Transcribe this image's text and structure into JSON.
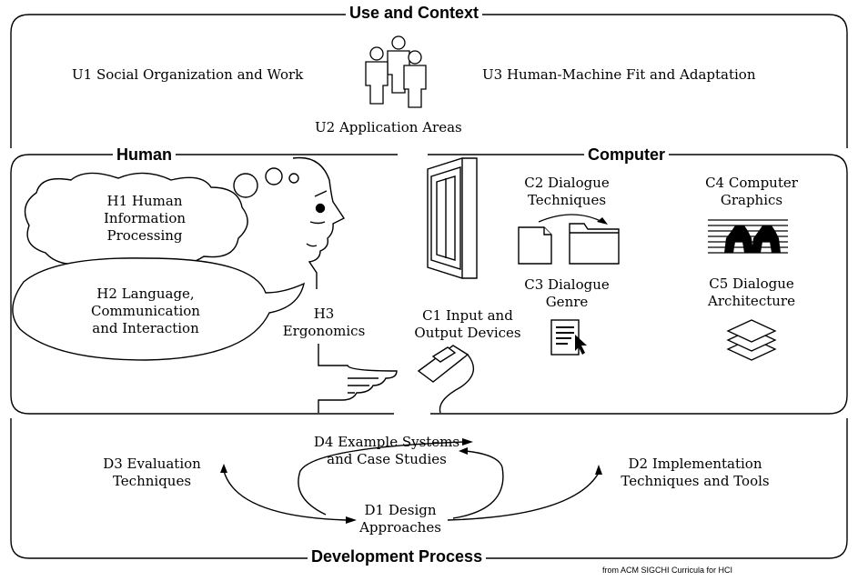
{
  "sections": {
    "use": "Use and Context",
    "human": "Human",
    "computer": "Computer",
    "development": "Development Process"
  },
  "use": {
    "u1": "U1 Social Organization and Work",
    "u2": "U2 Application Areas",
    "u3": "U3 Human-Machine Fit and Adaptation"
  },
  "human": {
    "h1": [
      "H1 Human",
      "Information",
      "Processing"
    ],
    "h2": [
      "H2 Language,",
      "Communication",
      "and Interaction"
    ],
    "h3": [
      "H3",
      "Ergonomics"
    ]
  },
  "computer": {
    "c1": [
      "C1 Input and",
      "Output Devices"
    ],
    "c2": [
      "C2 Dialogue",
      "Techniques"
    ],
    "c3": [
      "C3 Dialogue",
      "Genre"
    ],
    "c4": [
      "C4 Computer",
      "Graphics"
    ],
    "c5": [
      "C5 Dialogue",
      "Architecture"
    ]
  },
  "development": {
    "d1": [
      "D1 Design",
      "Approaches"
    ],
    "d2": [
      "D2 Implementation",
      "Techniques and Tools"
    ],
    "d3": [
      "D3 Evaluation",
      "Techniques"
    ],
    "d4": [
      "D4 Example Systems",
      "and Case Studies"
    ]
  },
  "credit": "from ACM SIGCHI Curricula for HCI",
  "icons": [
    "people-icon",
    "thought-cloud-icon",
    "speech-bubble-icon",
    "head-profile-icon",
    "pointing-hand-icon",
    "monitor-icon",
    "mouse-icon",
    "document-icon",
    "folder-icon",
    "form-cursor-icon",
    "graphics-icon",
    "layers-icon"
  ]
}
